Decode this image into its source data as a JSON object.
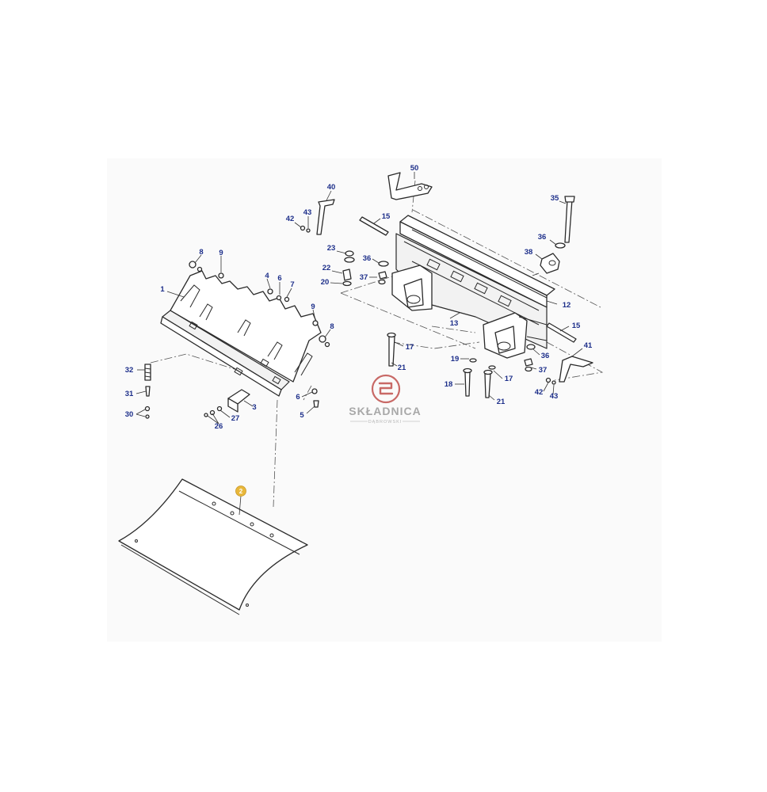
{
  "colors": {
    "callout_text": "#1d2f8a",
    "highlight_badge": "#e8b73a",
    "watermark_logo": "#c0504d",
    "watermark_text": "#9a9a9a"
  },
  "watermark": {
    "name": "SKŁADNICA",
    "subtitle": "DĄBROWSKI"
  },
  "highlighted_part": {
    "number": "2"
  },
  "callouts": [
    {
      "id": "c50",
      "label": "50"
    },
    {
      "id": "c40",
      "label": "40"
    },
    {
      "id": "c35",
      "label": "35"
    },
    {
      "id": "c42a",
      "label": "42"
    },
    {
      "id": "c43a",
      "label": "43"
    },
    {
      "id": "c15a",
      "label": "15"
    },
    {
      "id": "c36a",
      "label": "36"
    },
    {
      "id": "c38",
      "label": "38"
    },
    {
      "id": "c23",
      "label": "23"
    },
    {
      "id": "c36b",
      "label": "36"
    },
    {
      "id": "c22",
      "label": "22"
    },
    {
      "id": "c37a",
      "label": "37"
    },
    {
      "id": "c20",
      "label": "20"
    },
    {
      "id": "c12",
      "label": "12"
    },
    {
      "id": "c13",
      "label": "13"
    },
    {
      "id": "c15b",
      "label": "15"
    },
    {
      "id": "c41",
      "label": "41"
    },
    {
      "id": "c17a",
      "label": "17"
    },
    {
      "id": "c19",
      "label": "19"
    },
    {
      "id": "c36c",
      "label": "36"
    },
    {
      "id": "c37b",
      "label": "37"
    },
    {
      "id": "c21a",
      "label": "21"
    },
    {
      "id": "c17b",
      "label": "17"
    },
    {
      "id": "c18",
      "label": "18"
    },
    {
      "id": "c42b",
      "label": "42"
    },
    {
      "id": "c43b",
      "label": "43"
    },
    {
      "id": "c21b",
      "label": "21"
    },
    {
      "id": "c8a",
      "label": "8"
    },
    {
      "id": "c9a",
      "label": "9"
    },
    {
      "id": "c4",
      "label": "4"
    },
    {
      "id": "c6a",
      "label": "6"
    },
    {
      "id": "c7",
      "label": "7"
    },
    {
      "id": "c1",
      "label": "1"
    },
    {
      "id": "c9b",
      "label": "9"
    },
    {
      "id": "c8b",
      "label": "8"
    },
    {
      "id": "c32",
      "label": "32"
    },
    {
      "id": "c31",
      "label": "31"
    },
    {
      "id": "c30",
      "label": "30"
    },
    {
      "id": "c3",
      "label": "3"
    },
    {
      "id": "c27",
      "label": "27"
    },
    {
      "id": "c26",
      "label": "26"
    },
    {
      "id": "c6b",
      "label": "6"
    },
    {
      "id": "c5",
      "label": "5"
    }
  ]
}
